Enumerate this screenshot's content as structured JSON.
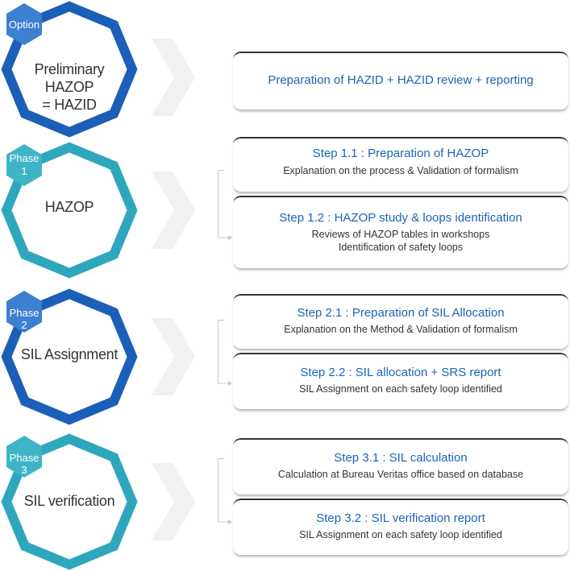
{
  "colors": {
    "blue": "#1c5fb8",
    "teal": "#2ea7bd",
    "badge_blue": "#3d7fd0",
    "badge_teal": "#3fb4c7",
    "step_title": "#1c64b4"
  },
  "phases": [
    {
      "badge": [
        "Option"
      ],
      "label": [
        "Preliminary HAZOP",
        "= HAZID"
      ],
      "steps": [
        {
          "title": "Preparation of HAZID + HAZID review + reporting",
          "desc": []
        }
      ]
    },
    {
      "badge": [
        "Phase",
        "1"
      ],
      "label": [
        "HAZOP"
      ],
      "steps": [
        {
          "title": "Step 1.1 : Preparation of HAZOP",
          "desc": [
            "Explanation on the process & Validation of formalism"
          ]
        },
        {
          "title": "Step 1.2 : HAZOP study & loops identification",
          "desc": [
            "Reviews of HAZOP tables in workshops",
            "Identification of safety loops"
          ]
        }
      ]
    },
    {
      "badge": [
        "Phase",
        "2"
      ],
      "label": [
        "SIL Assignment"
      ],
      "steps": [
        {
          "title": "Step 2.1 : Preparation of SIL Allocation",
          "desc": [
            "Explanation on the Method & Validation of formalism"
          ]
        },
        {
          "title": "Step 2.2 : SIL allocation + SRS report",
          "desc": [
            "SIL Assignment on each safety loop identified"
          ]
        }
      ]
    },
    {
      "badge": [
        "Phase",
        "3"
      ],
      "label": [
        "SIL verification"
      ],
      "steps": [
        {
          "title": "Step 3.1 : SIL calculation",
          "desc": [
            "Calculation at Bureau Veritas office based on database"
          ]
        },
        {
          "title": "Step 3.2 : SIL verification report",
          "desc": [
            "SIL Assignment on each safety loop identified"
          ]
        }
      ]
    }
  ]
}
